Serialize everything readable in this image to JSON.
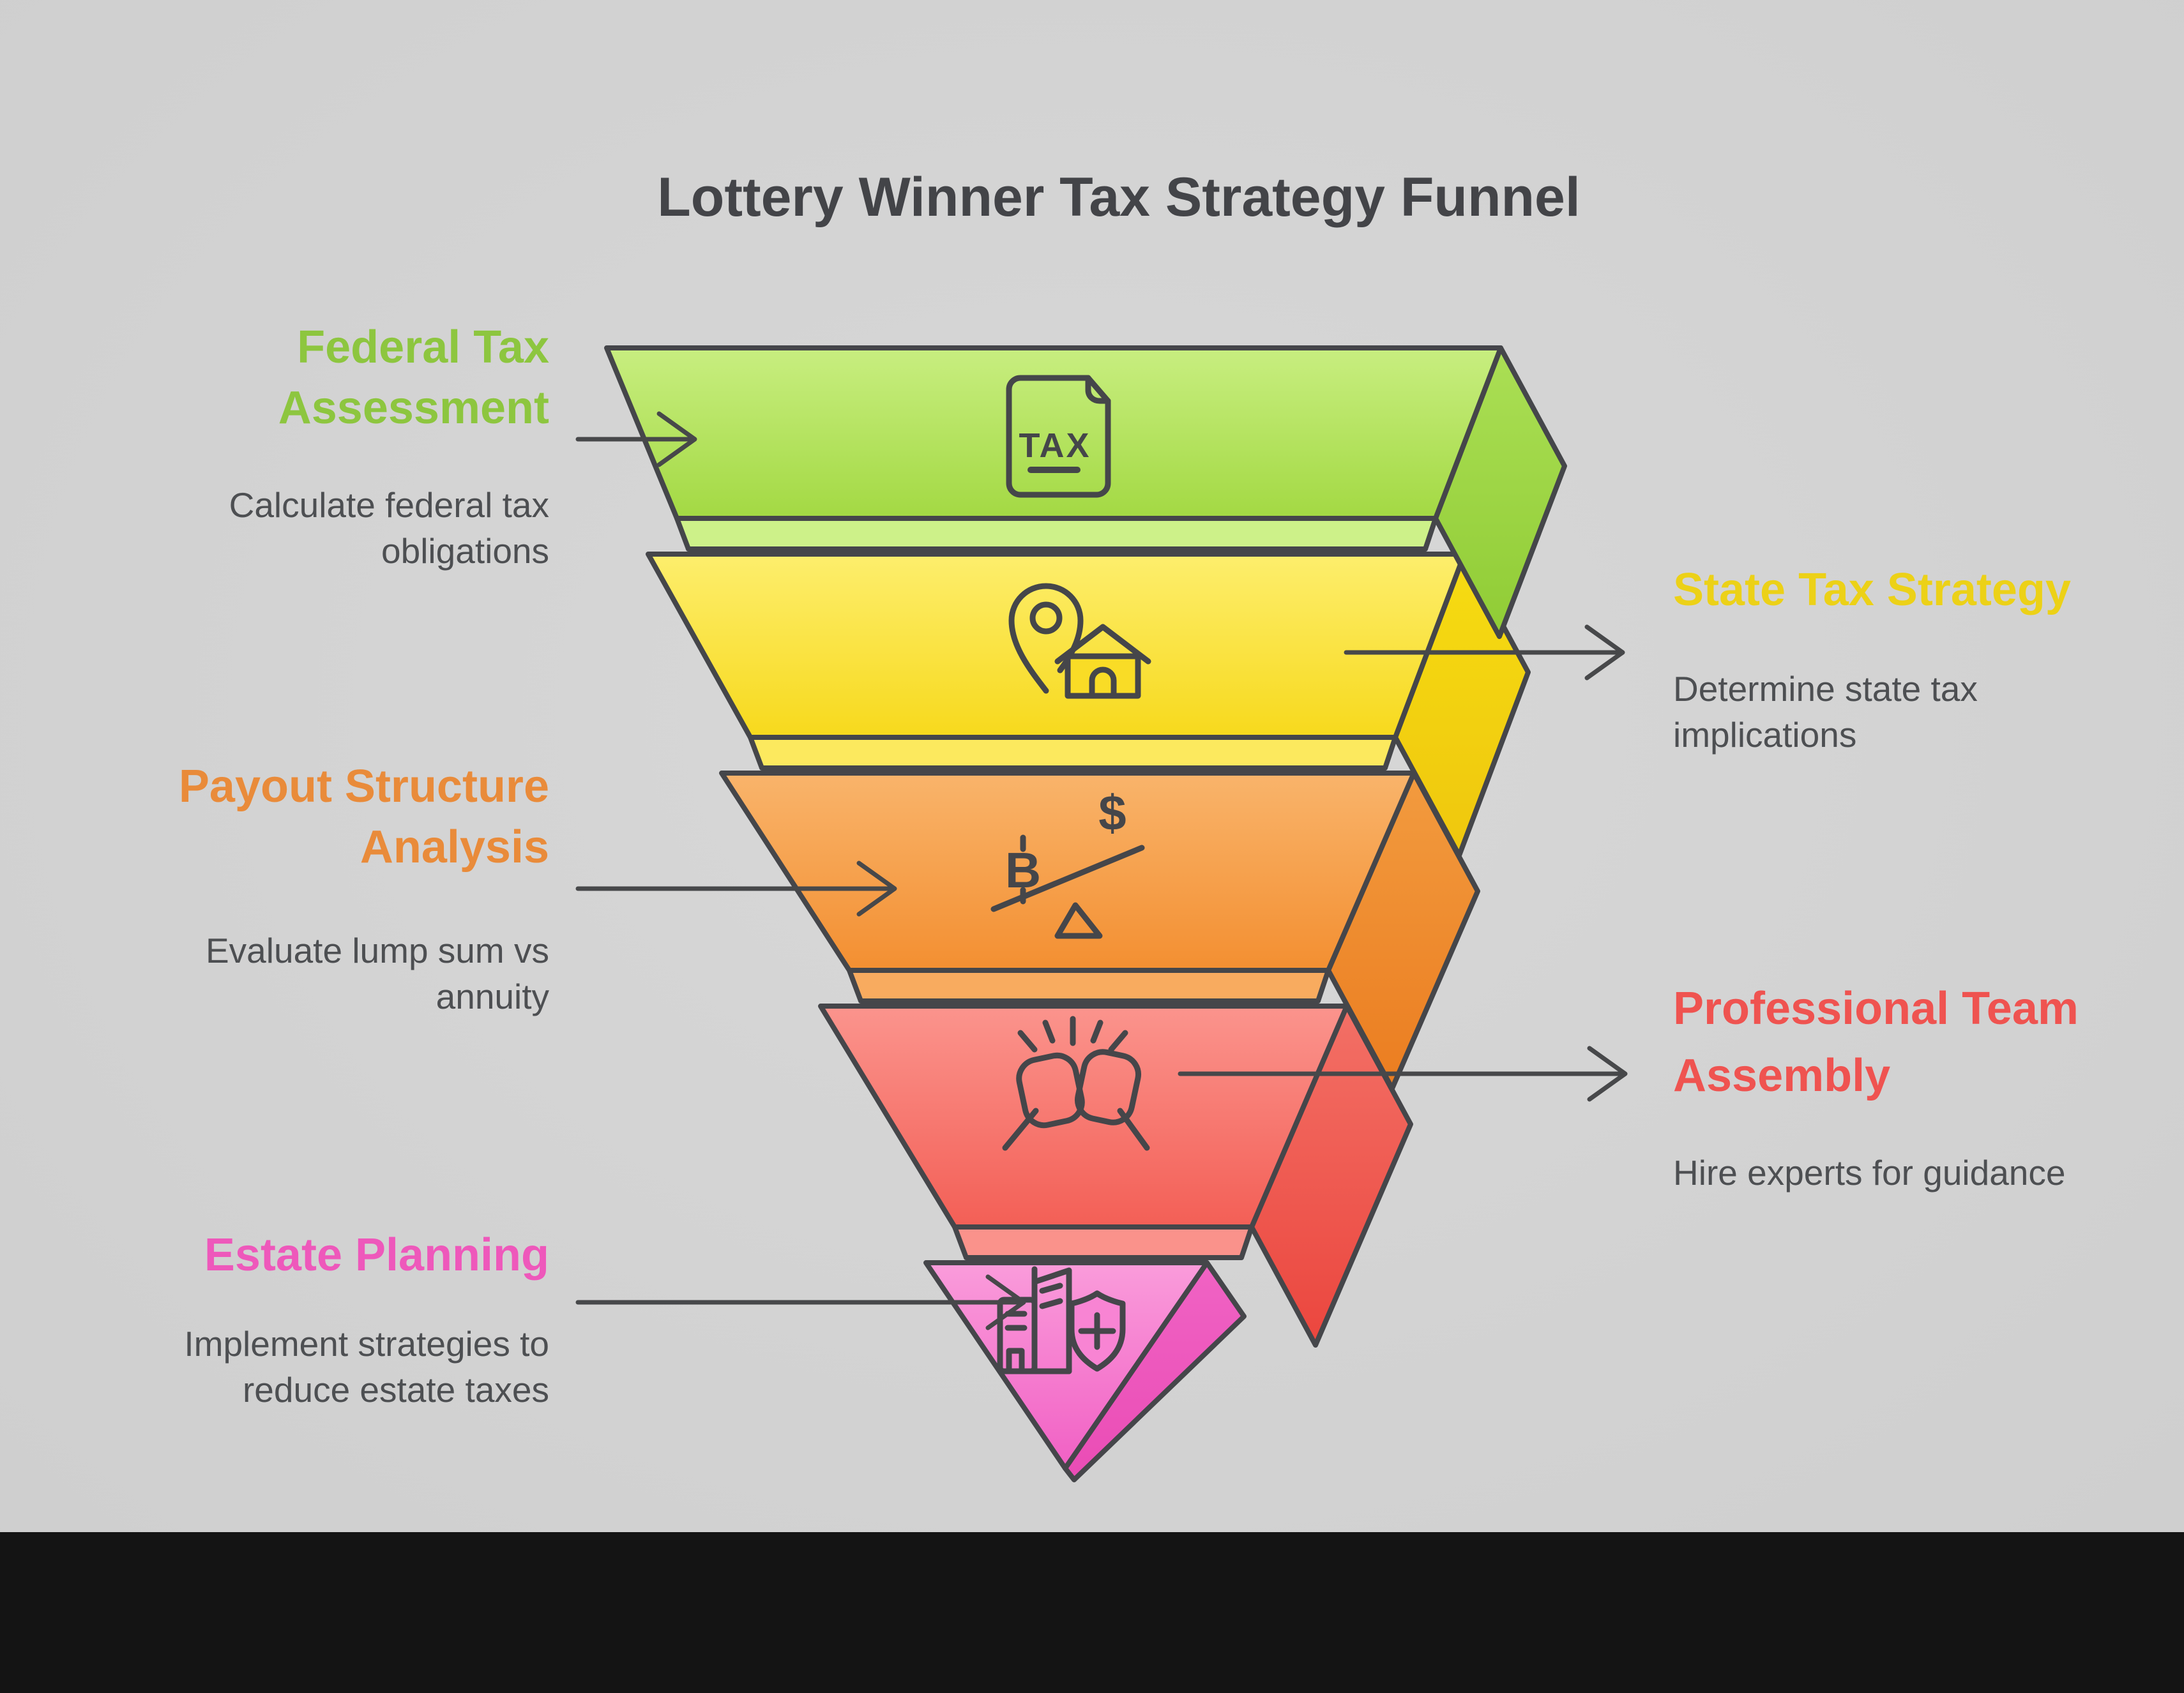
{
  "title": "Lottery Winner Tax Strategy Funnel",
  "colors": {
    "background": "#d2d2d2",
    "footer_bar": "#141414",
    "outline": "#45464a",
    "title_text": "#434448",
    "description_text": "#4d4f52"
  },
  "stages": [
    {
      "name": "Federal Tax Assessment",
      "name_lines": [
        "Federal Tax",
        "Assessment"
      ],
      "description": "Calculate federal tax obligations",
      "description_lines": [
        "Calculate federal tax",
        "obligations"
      ],
      "label_side": "left",
      "color": "#8dc63f",
      "fill_top": "#c8ee80",
      "fill_bottom": "#a3d943",
      "side_top": "#abdf55",
      "side_bottom": "#90cc35",
      "lip_color": "#cdf189",
      "icon": "tax-document-icon",
      "icon_text": "TAX"
    },
    {
      "name": "State Tax Strategy",
      "name_lines": [
        "State Tax Strategy"
      ],
      "description": "Determine state tax implications",
      "description_lines": [
        "Determine state tax",
        "implications"
      ],
      "label_side": "right",
      "color": "#ecd117",
      "fill_top": "#fdee6d",
      "fill_bottom": "#f7d91c",
      "side_top": "#f6dc12",
      "side_bottom": "#efc70e",
      "lip_color": "#fce95e",
      "icon": "location-home-icon"
    },
    {
      "name": "Payout Structure Analysis",
      "name_lines": [
        "Payout Structure",
        "Analysis"
      ],
      "description": "Evaluate lump sum vs annuity",
      "description_lines": [
        "Evaluate lump sum vs",
        "annuity"
      ],
      "label_side": "left",
      "color": "#e98b3a",
      "fill_top": "#f9b46b",
      "fill_bottom": "#f38f31",
      "side_top": "#f29b3f",
      "side_bottom": "#eb7d20",
      "lip_color": "#f8ab5f",
      "icon": "lump-sum-vs-annuity-balance-icon",
      "icon_text_left": "B",
      "icon_text_right": "$"
    },
    {
      "name": "Professional Team Assembly",
      "name_lines": [
        "Professional Team",
        "Assembly"
      ],
      "description": "Hire experts for guidance",
      "description_lines": [
        "Hire experts for guidance"
      ],
      "label_side": "right",
      "color": "#ef5350",
      "fill_top": "#fb948d",
      "fill_bottom": "#f35f56",
      "side_top": "#f37066",
      "side_bottom": "#eb463e",
      "lip_color": "#fa928b",
      "icon": "fist-bump-icon"
    },
    {
      "name": "Estate Planning",
      "name_lines": [
        "Estate Planning"
      ],
      "description": "Implement strategies to reduce estate taxes",
      "description_lines": [
        "Implement strategies to",
        "reduce estate taxes"
      ],
      "label_side": "left",
      "color": "#ee58bb",
      "fill_top": "#fa9cdb",
      "fill_bottom": "#f160c4",
      "side_top": "#f063c4",
      "side_bottom": "#ea4cb5",
      "lip_color": "#fa9cdb",
      "icon": "building-shield-icon"
    }
  ]
}
